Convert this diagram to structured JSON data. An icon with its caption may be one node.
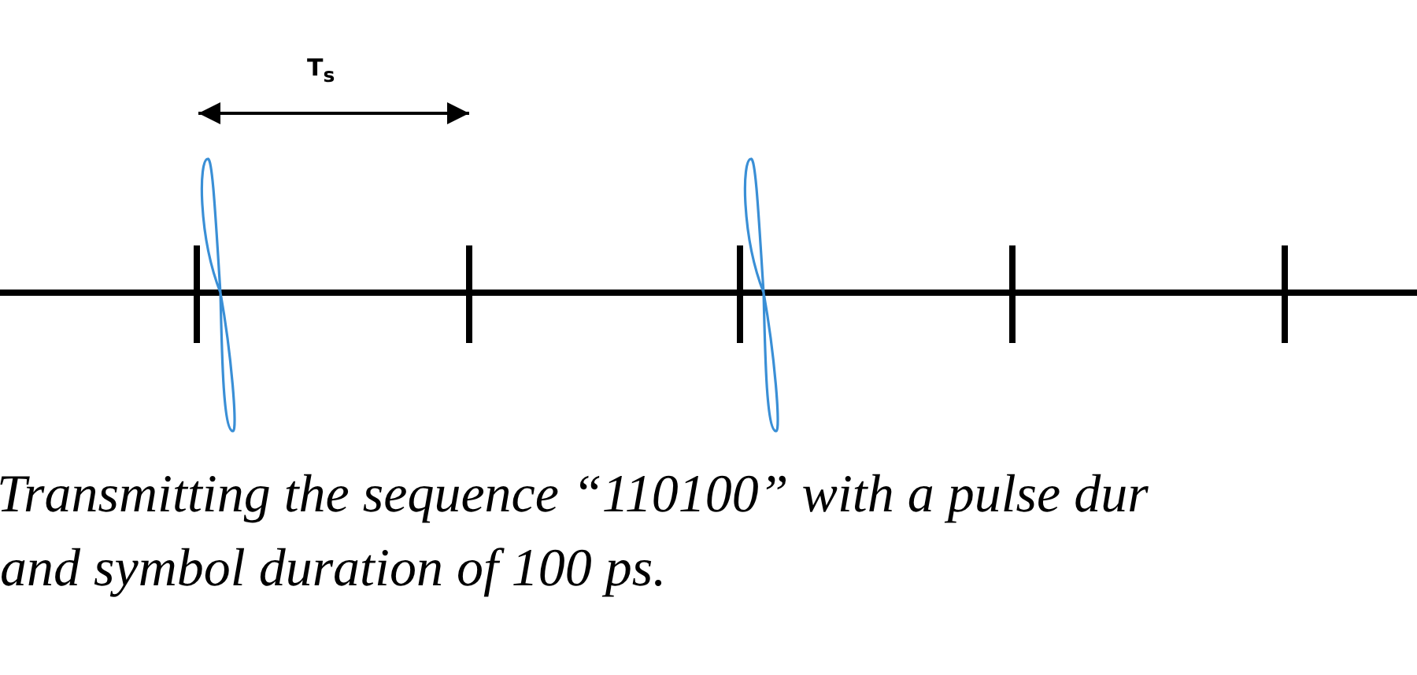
{
  "diagram": {
    "labels": [
      "T$_{s}$",
      "Transmitting the sequence “110100” with a pulse dur",
      "and symbol duration of 100 ps."
    ]
  }
}
